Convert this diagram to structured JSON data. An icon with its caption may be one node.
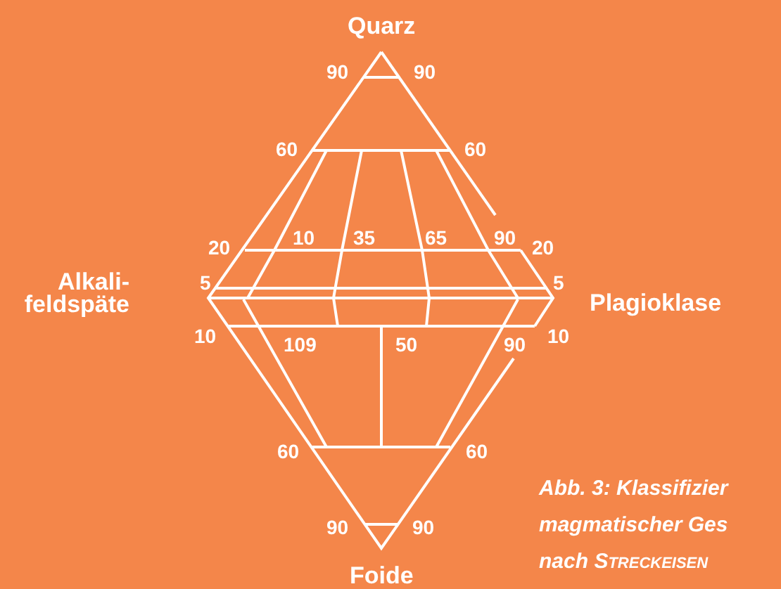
{
  "diagram": {
    "caption": "Abb. 3: Klassifizier magmatischer Ges nach Streckeisen",
    "labels": [
      "Quarz",
      "90",
      "90",
      "60",
      "60",
      "20",
      "10",
      "35",
      "65",
      "90",
      "20",
      "Alkali- feldspäte",
      "5",
      "5",
      "Plagioklase",
      "10",
      "109",
      "50",
      "90",
      "10",
      "60",
      "60",
      "90",
      "90",
      "Foide"
    ]
  }
}
